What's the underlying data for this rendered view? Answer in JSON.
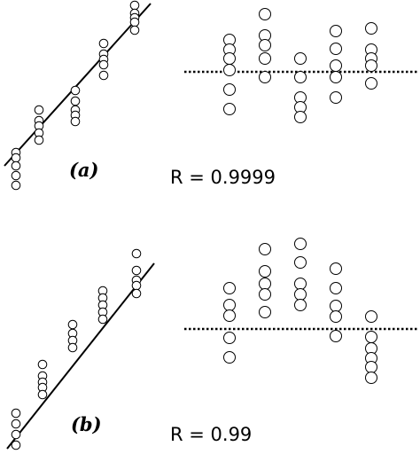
{
  "panels": [
    {
      "label": "(a)",
      "r_text": "R = 0.9999",
      "fit_points": [
        [
          18,
          [
            172,
            178,
            187,
            198,
            209
          ]
        ],
        [
          44,
          [
            124,
            136,
            142,
            150,
            158
          ]
        ],
        [
          85,
          [
            102,
            114,
            124,
            130,
            137
          ]
        ],
        [
          117,
          [
            49,
            61,
            67,
            73,
            85
          ]
        ],
        [
          152,
          [
            6,
            15,
            20,
            25,
            34
          ]
        ]
      ],
      "residuals": [
        [
          259,
          [
            45,
            56,
            66,
            79,
            101,
            123
          ]
        ],
        [
          299,
          [
            16,
            40,
            51,
            66,
            87
          ]
        ],
        [
          339,
          [
            66,
            87,
            110,
            121,
            132
          ]
        ],
        [
          379,
          [
            35,
            55,
            74,
            87,
            110
          ]
        ],
        [
          419,
          [
            32,
            56,
            66,
            74,
            94
          ]
        ]
      ]
    },
    {
      "label": "(b)",
      "r_text": "R = 0.99",
      "fit_points": [
        [
          18,
          [
            466,
            478,
            490,
            502
          ]
        ],
        [
          48,
          [
            411,
            424,
            431,
            437,
            445
          ]
        ],
        [
          82,
          [
            366,
            376,
            384,
            392
          ]
        ],
        [
          116,
          [
            328,
            336,
            344,
            352,
            360
          ]
        ],
        [
          154,
          [
            286,
            305,
            316,
            322,
            331
          ]
        ]
      ],
      "residuals": [
        [
          259,
          [
            325,
            344,
            356,
            381,
            403
          ]
        ],
        [
          299,
          [
            281,
            306,
            320,
            332,
            352
          ]
        ],
        [
          339,
          [
            275,
            296,
            320,
            332,
            344
          ]
        ],
        [
          379,
          [
            303,
            325,
            345,
            357,
            379
          ]
        ],
        [
          419,
          [
            357,
            380,
            393,
            404,
            414,
            426
          ]
        ]
      ]
    }
  ]
}
